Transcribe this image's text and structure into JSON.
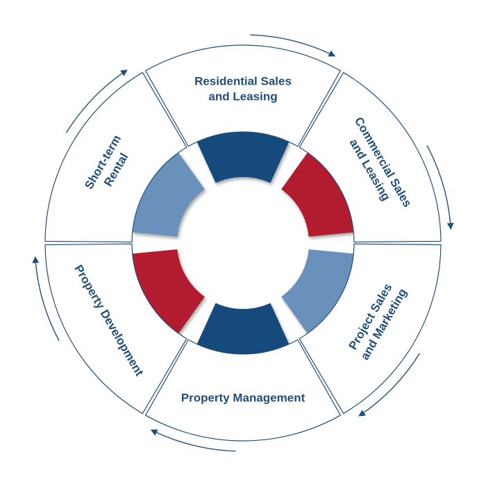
{
  "colors": {
    "navy": "#174a7c",
    "red": "#b21e2e",
    "steel": "#6b91bb",
    "outline": "#1f4e79",
    "text": "#1f4e79"
  },
  "segments": [
    {
      "id": "residential",
      "lines": [
        "Residential Sales",
        "and Leasing"
      ],
      "ring_color": "navy"
    },
    {
      "id": "commercial",
      "lines": [
        "Commercial Sales",
        "and Leasing"
      ],
      "ring_color": "red"
    },
    {
      "id": "project",
      "lines": [
        "Project Sales",
        "and Marketing"
      ],
      "ring_color": "steel"
    },
    {
      "id": "management",
      "lines": [
        "Property Management"
      ],
      "ring_color": "navy"
    },
    {
      "id": "development",
      "lines": [
        "Property Development"
      ],
      "ring_color": "red"
    },
    {
      "id": "rental",
      "lines": [
        "Short-term",
        "Rental"
      ],
      "ring_color": "steel"
    }
  ]
}
